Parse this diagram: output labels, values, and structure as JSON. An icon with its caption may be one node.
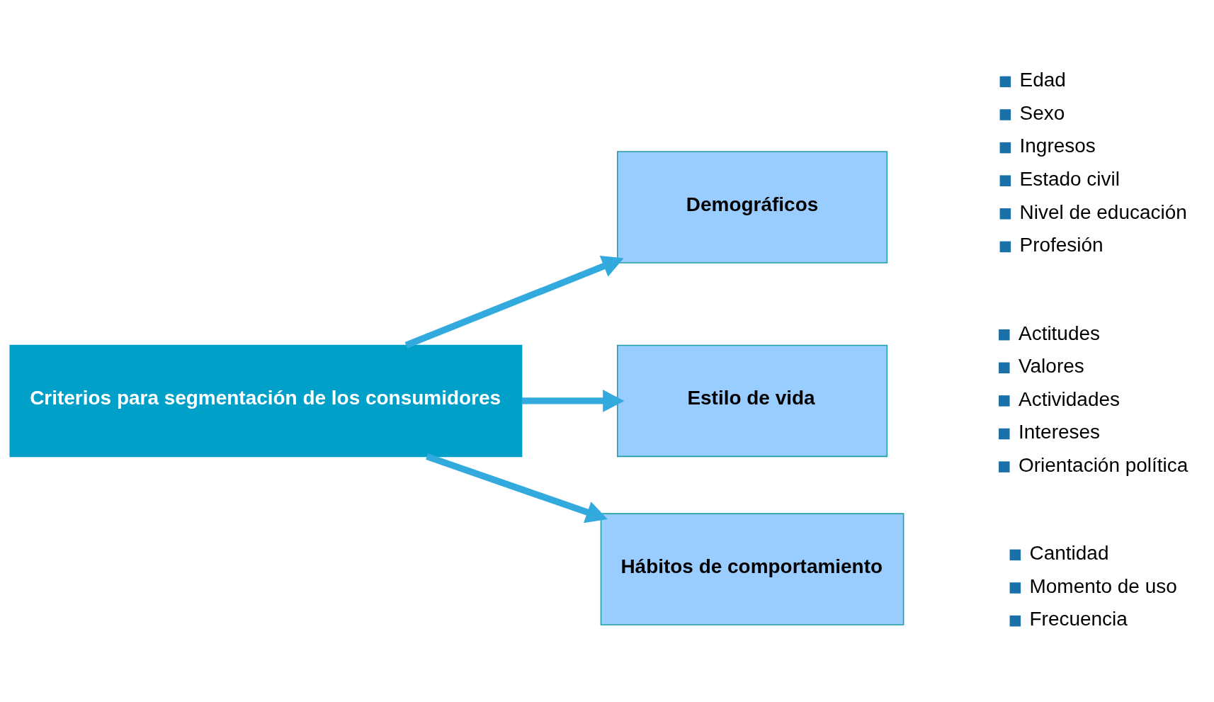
{
  "diagram": {
    "nodes": [
      {
        "text": [
          "Criterios para segmentación de los consumidores"
        ]
      },
      {
        "text": [
          "Demográficos"
        ],
        "beside": [
          "Edad",
          "Sexo",
          "Ingresos",
          "Estado civil",
          "Nivel de educación",
          "Profesión"
        ]
      },
      {
        "text": [
          "Estilo de vida"
        ],
        "beside": [
          "Actitudes",
          "Valores",
          "Actividades",
          "Intereses",
          "Orientación política"
        ]
      },
      {
        "text": [
          "Hábitos de comportamiento"
        ],
        "beside": [
          "Cantidad",
          "Momento de uso",
          "Frecuencia"
        ]
      }
    ],
    "edges": [
      {
        "from": 0,
        "to": 1,
        "arrow": "to"
      },
      {
        "from": 0,
        "to": 2,
        "arrow": "to"
      },
      {
        "from": 0,
        "to": 3,
        "arrow": "to"
      }
    ]
  }
}
